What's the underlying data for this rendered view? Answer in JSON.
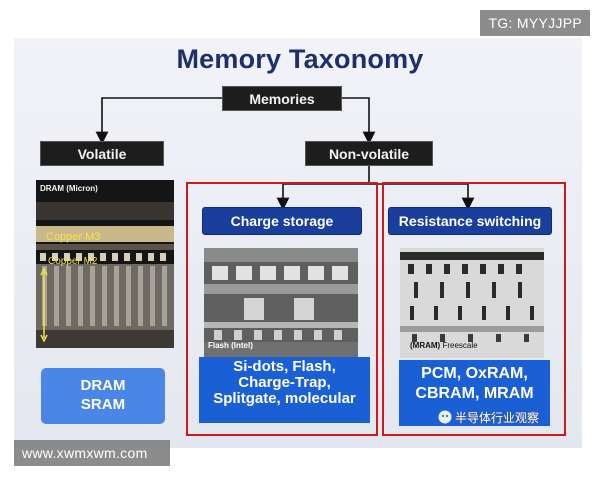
{
  "watermarks": {
    "telegram": "TG: MYYJJPP",
    "site": "www.xwmxwm.com",
    "wechat": "半导体行业观察"
  },
  "diagram": {
    "title": "Memory Taxonomy",
    "root": "Memories",
    "volatile": {
      "label": "Volatile",
      "image_labels": [
        "DRAM (Micron)",
        "Copper M3",
        "Copper M2"
      ],
      "examples": [
        "DRAM",
        "SRAM"
      ]
    },
    "non_volatile": {
      "label": "Non-volatile",
      "charge_storage": {
        "label": "Charge storage",
        "image_label": "Flash (Intel)",
        "examples": [
          "Si-dots, Flash,",
          "Charge-Trap,",
          "Splitgate, molecular"
        ]
      },
      "resistance_switching": {
        "label": "Resistance switching",
        "image_label_prefix": "(MRAM)",
        "image_label_suffix": "Freescale",
        "examples": [
          "PCM, OxRAM,",
          "CBRAM, MRAM"
        ]
      }
    }
  },
  "colors": {
    "title": "#1f2f6b",
    "highlight_frame": "#cc1a1f",
    "header_blue": "#1a3e9c",
    "panel_blue": "#1b5fd4",
    "dark_box": "#1d1d1d"
  }
}
